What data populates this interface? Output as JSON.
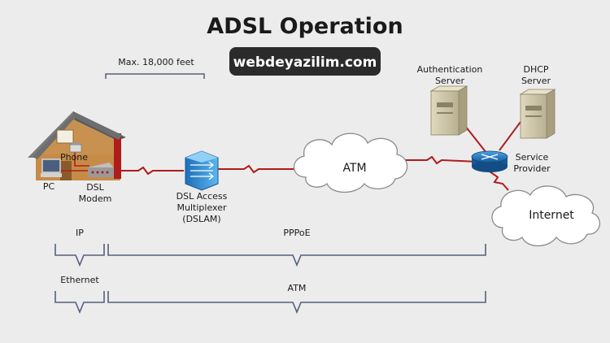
{
  "title": "ADSL Operation",
  "watermark": "webdeyazilim.com",
  "distance_label": "Max. 18,000 feet",
  "devices": {
    "phone": "Phone",
    "pc": "PC",
    "modem_line1": "DSL",
    "modem_line2": "Modem",
    "dslam_line1": "DSL Access",
    "dslam_line2": "Multiplexer",
    "dslam_line3": "(DSLAM)",
    "auth_line1": "Authentication",
    "auth_line2": "Server",
    "dhcp_line1": "DHCP",
    "dhcp_line2": "Server",
    "router_line1": "Service",
    "router_line2": "Provider"
  },
  "clouds": {
    "atm": "ATM",
    "internet": "Internet"
  },
  "layers": {
    "ip": "IP",
    "pppoe": "PPPoE",
    "ethernet": "Ethernet",
    "atm": "ATM"
  },
  "colors": {
    "link": "#b01c1c",
    "bracket": "#55607a",
    "router": "#1f6fb8",
    "dslam": "#2a8fd6",
    "house_wall": "#c8914f",
    "roof": "#6e6e6e",
    "server": "#d6cfb4",
    "watermark_bg": "#2b2b2b"
  }
}
